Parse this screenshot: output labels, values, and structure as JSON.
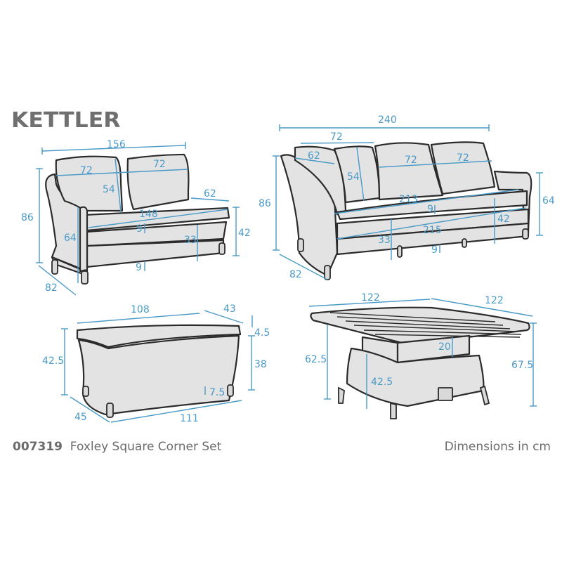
{
  "brand": {
    "logo": "KETTLER"
  },
  "footer": {
    "product_code": "007319",
    "product_name": "Foxley Square Corner Set",
    "units_note": "Dimensions in cm"
  },
  "colors": {
    "dimension": "#4a9ac8",
    "outline": "#2b2b2b",
    "fill": "#e3e3e3",
    "text": "#6b6b6b"
  },
  "items": {
    "left_sofa": {
      "width": "156",
      "cushion_left": "72",
      "cushion_right": "72",
      "cushion_height": "54",
      "arm_depth": "62",
      "height": "86",
      "seat_width": "148",
      "seat_thickness": "9",
      "arm_height": "64",
      "seat_height": "33",
      "right_height": "42",
      "leg_clearance": "9",
      "depth": "82"
    },
    "right_sofa": {
      "width": "240",
      "cushion_top": "72",
      "arm_depth": "62",
      "cushion_height": "54",
      "cushion_mid": "72",
      "cushion_right": "72",
      "height": "86",
      "right_height": "64",
      "seat_width": "213",
      "seat_thickness": "9",
      "seat_right": "42",
      "base_width": "215",
      "seat_height": "33",
      "leg_clearance": "9",
      "depth": "82"
    },
    "bench": {
      "top_width": "108",
      "top_depth": "43",
      "cushion_thickness": "4.5",
      "height": "42.5",
      "body_height": "38",
      "leg_clearance": "7.5",
      "depth": "45",
      "base_width": "111"
    },
    "table": {
      "width": "122",
      "depth": "122",
      "height_low": "62.5",
      "lift": "20",
      "base_height": "42.5",
      "height_high": "67.5"
    }
  }
}
